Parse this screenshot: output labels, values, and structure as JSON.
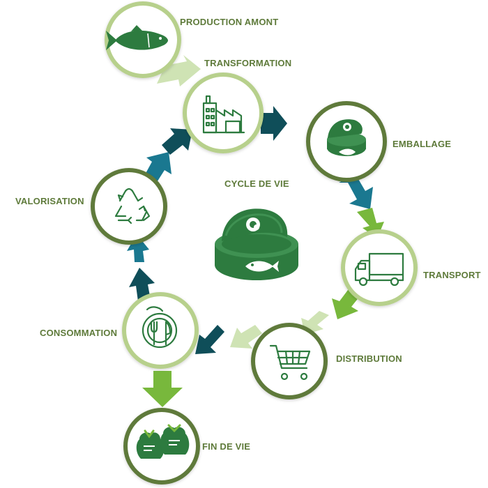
{
  "center": {
    "title": "CYCLE DE VIE",
    "icon": "canned-fish-icon"
  },
  "stages": [
    {
      "id": "production-amont",
      "label": "PRODUCTION AMONT",
      "icon": "fish-icon"
    },
    {
      "id": "transformation",
      "label": "TRANSFORMATION",
      "icon": "factory-icon"
    },
    {
      "id": "emballage",
      "label": "EMBALLAGE",
      "icon": "canned-fish-icon"
    },
    {
      "id": "transport",
      "label": "TRANSPORT",
      "icon": "truck-icon"
    },
    {
      "id": "distribution",
      "label": "DISTRIBUTION",
      "icon": "shopping-cart-icon"
    },
    {
      "id": "consommation",
      "label": "CONSOMMATION",
      "icon": "plate-cutlery-icon"
    },
    {
      "id": "fin-de-vie",
      "label": "FIN DE VIE",
      "icon": "garbage-bags-icon"
    },
    {
      "id": "valorisation",
      "label": "VALORISATION",
      "icon": "recycle-icon"
    }
  ],
  "colors": {
    "dark_green": "#5e7a3a",
    "light_green": "#b7d08c",
    "icon_green": "#2d7b3f",
    "dark_teal": "#0f4e59",
    "teal": "#1a7890",
    "lime": "#78b83c",
    "pale_green": "#cfe3b4",
    "label": "#5e7a3a"
  }
}
